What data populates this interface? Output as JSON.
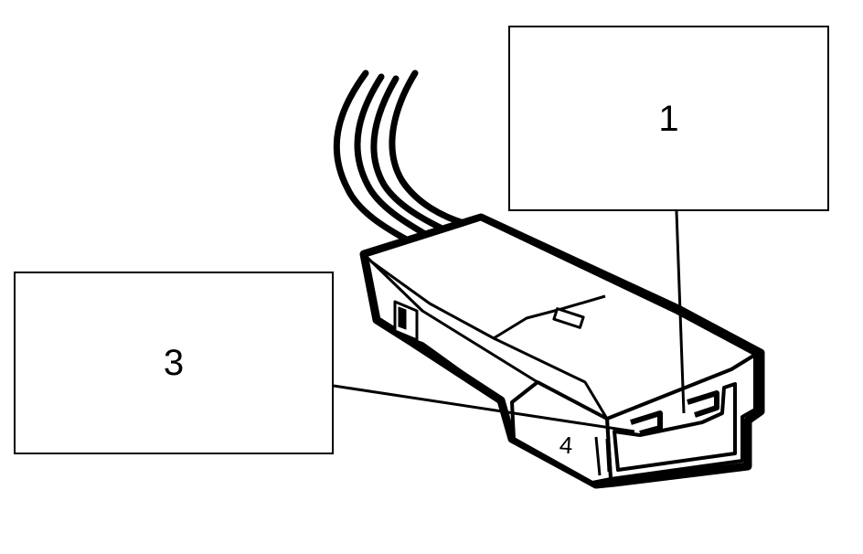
{
  "callouts": [
    {
      "id": "1",
      "label": "1"
    },
    {
      "id": "3",
      "label": "3"
    }
  ],
  "pin_marking": "4",
  "colors": {
    "line": "#000000",
    "background": "#ffffff"
  }
}
